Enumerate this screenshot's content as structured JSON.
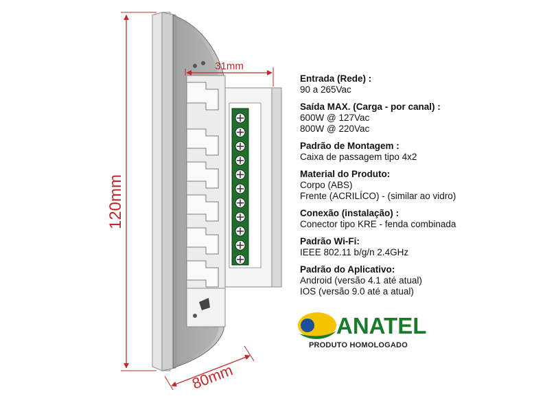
{
  "dimensions": {
    "top": "31mm",
    "height": "120mm",
    "bottom": "80mm",
    "color": "#c0292b"
  },
  "specs": [
    {
      "title": "Entrada (Rede) :",
      "lines": [
        "90 a 265Vac"
      ]
    },
    {
      "title": "Saída MAX. (Carga - por canal) :",
      "lines": [
        "600W @ 127Vac",
        "800W @ 220Vac"
      ]
    },
    {
      "title": "Padrão de Montagem :",
      "lines": [
        "Caixa de passagem tipo 4x2"
      ]
    },
    {
      "title": "Material do Produto:",
      "lines": [
        "Corpo (ABS)",
        "Frente (ACRILÍCO) - (similar ao vidro)"
      ]
    },
    {
      "title": "Conexão (instalação) :",
      "lines": [
        "Conector tipo KRE - fenda combinada"
      ]
    },
    {
      "title": "Padrão Wi-Fi:",
      "lines": [
        "IEEE 802.11 b/g/n 2.4GHz"
      ]
    },
    {
      "title": "Padrão do Aplicativo:",
      "lines": [
        "Android (versão 4.1 até atual)",
        "IOS (versão 9.0 até a atual)"
      ]
    }
  ],
  "logo": {
    "name": "ANATEL",
    "subtitle": "PRODUTO HOMOLOGADO",
    "green": "#1a7a2c",
    "blue": "#1d4f9c",
    "yellow": "#f5c400"
  }
}
